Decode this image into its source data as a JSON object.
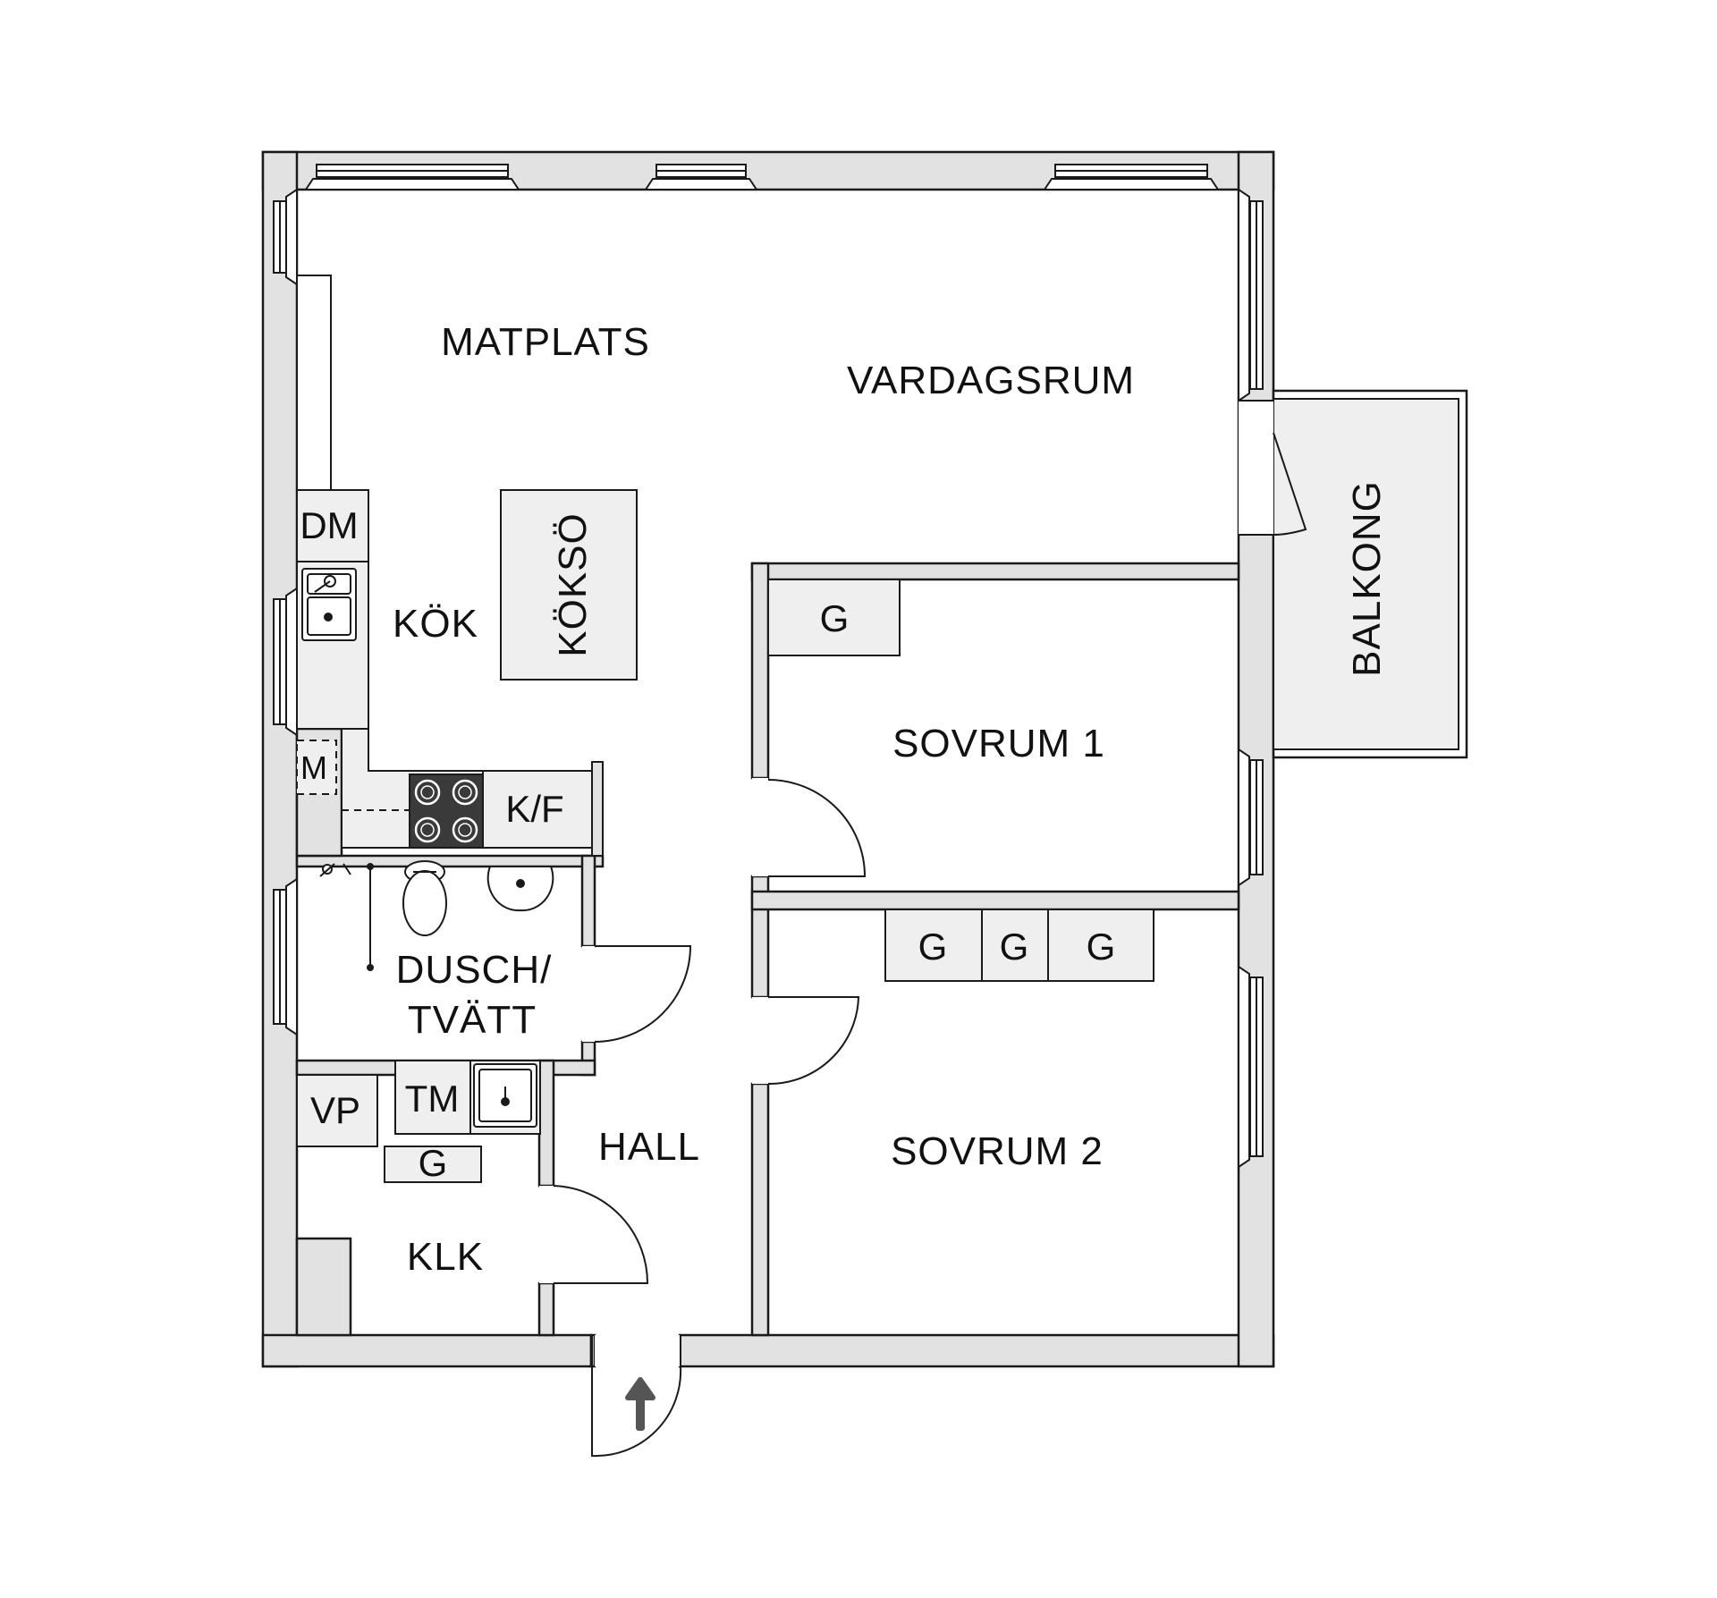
{
  "rooms": {
    "matplats": "MATPLATS",
    "vardagsrum": "VARDAGSRUM",
    "kok": "KÖK",
    "koksoe": "KÖKSÖ",
    "balkong": "BALKONG",
    "sovrum1": "SOVRUM 1",
    "sovrum2": "SOVRUM 2",
    "dusch_line1": "DUSCH/",
    "dusch_line2": "TVÄTT",
    "hall": "HALL",
    "klk": "KLK"
  },
  "fixtures": {
    "dm": "DM",
    "m": "M",
    "kf": "K/F",
    "tm": "TM",
    "vp": "VP",
    "g": "G"
  },
  "colors": {
    "wall": "#e2e2e2",
    "outline": "#1a1a1a",
    "fixture": "#efefef",
    "stove": "#3a3a3a",
    "arrow": "#555555"
  }
}
